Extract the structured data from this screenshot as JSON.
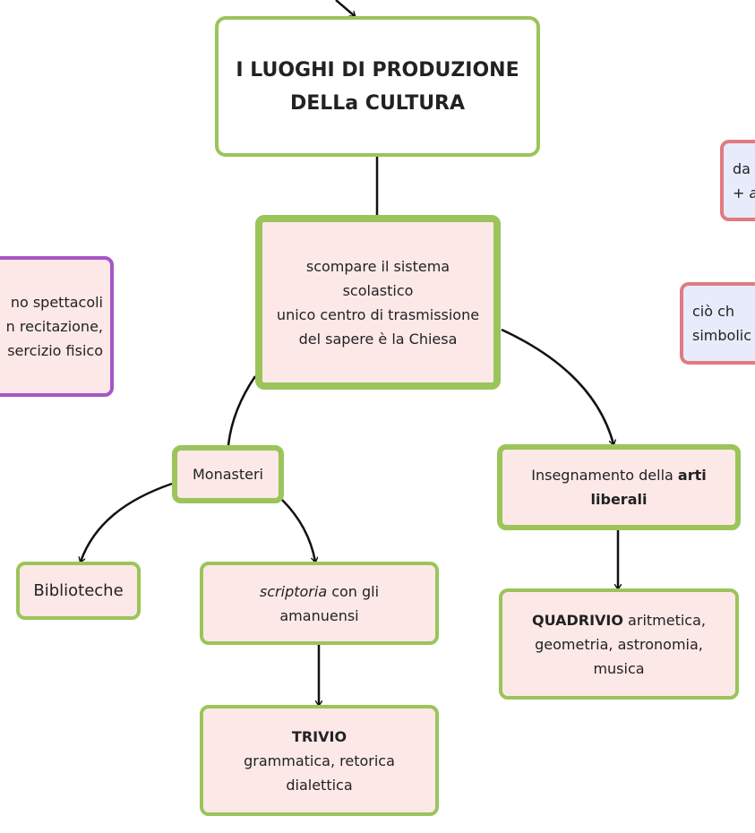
{
  "colors": {
    "green_border": "#9bc45a",
    "node_fill": "#fde8e8",
    "purple_border": "#a756c4",
    "red_border": "#e07b80",
    "blue_fill": "#e8ebfb"
  },
  "nodes": {
    "title": {
      "line1": "I LUOGHI DI PRODUZIONE",
      "line2": "DELLa CULTURA"
    },
    "center": {
      "line1": "scompare il sistema",
      "line2": "scolastico",
      "line3": "unico centro di trasmissione",
      "line4": "del sapere è la Chiesa"
    },
    "monasteri": {
      "label": "Monasteri"
    },
    "biblioteche": {
      "label": "Biblioteche"
    },
    "scriptoria": {
      "italic": "scriptoria",
      "rest": " con gli",
      "line2": "amanuensi"
    },
    "trivio": {
      "bold": "TRIVIO",
      "line2": "grammatica, retorica",
      "line3": "dialettica"
    },
    "arti": {
      "text": "Insegnamento della ",
      "bold1": "arti",
      "bold2": "liberali"
    },
    "quadrivio": {
      "bold": "QUADRIVIO",
      "rest": " aritmetica,",
      "line2": "geometria, astronomia,",
      "line3": "musica"
    },
    "left_partial": {
      "line1": "no spettacoli",
      "line2": "n recitazione,",
      "line3": "sercizio fisico"
    },
    "right_partial_top": {
      "line1": "da",
      "plus": "+ ",
      "italic": "a"
    },
    "right_partial_mid": {
      "line1": "ciò ch",
      "line2": "simbolic"
    }
  }
}
